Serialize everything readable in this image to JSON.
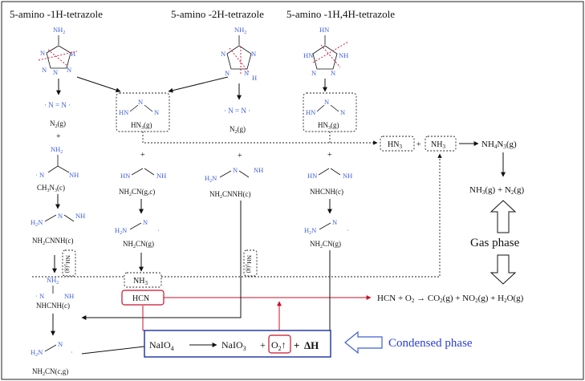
{
  "titles": {
    "t1": "5-amino -1H-tetrazole",
    "t2": "5-amino -2H-tetrazole",
    "t3": "5-amino -1H,4H-tetrazole"
  },
  "atoms": {
    "nh2": "NH",
    "nh2_sub": "2",
    "nh": "NH",
    "hn": "HN",
    "h2n": "H",
    "h2n_sub": "2",
    "n": "N",
    "h": "H"
  },
  "labels": {
    "n2g_1": "N",
    "n2g_1_sub": "2",
    "n2g_1_tail": "(g)",
    "ch3n3": "CH",
    "ch3n3_sub": "3",
    "ch3n3_tail": "N",
    "ch3n3_sub2": "3",
    "ch3n3_tail2": "(c)",
    "nh2cnnh_c": "NH",
    "nh2cnnh_c_sub": "2",
    "nh2cnnh_c_tail": "CNNH(c)",
    "nhcnh_c": "NHCNH(c)",
    "nh2cn_cg": "NH",
    "nh2cn_cg_sub": "2",
    "nh2cn_cg_tail": "CN(c,g)",
    "hn3g_1": "HN",
    "hn3g_1_sub": "3",
    "hn3g_1_tail": "(g)",
    "nh2cn_gc": "NH",
    "nh2cn_gc_sub": "2",
    "nh2cn_gc_tail": "CN(g,c)",
    "nh2cn_g_1": "NH",
    "nh2cn_g_1_sub": "2",
    "nh2cn_g_1_tail": "CN(g)",
    "nh3_box": "NH",
    "nh3_box_sub": "3",
    "hcn_box": "HCN",
    "n2g_2": "N",
    "n2g_2_sub": "2",
    "n2g_2_tail": "(g)",
    "nh2cnnh_2": "NH",
    "nh2cnnh_2_sub": "2",
    "nh2cnnh_2_tail": "CNNH(c)",
    "hn3g_2": "HN",
    "hn3g_2_sub": "3",
    "hn3g_2_tail": "(g)",
    "nhcnh_2": "NHCNH(c)",
    "nh2cn_g_2": "NH",
    "nh2cn_g_2_sub": "2",
    "nh2cn_g_2_tail": "CN(g)",
    "nh3g_side": "NH",
    "nh3g_side_sub": "3",
    "nh3g_side_tail": "(g)",
    "plus": "+"
  },
  "gas": {
    "hn3": "HN",
    "hn3_sub": "3",
    "plus": "+",
    "nh3": "NH",
    "nh3_sub": "3",
    "nh4n3": "NH",
    "nh4n3_sub1": "4",
    "nh4n3_mid": "N",
    "nh4n3_sub2": "3",
    "nh4n3_tail": "(g)",
    "nh3n2_a": "NH",
    "nh3n2_sub": "3",
    "nh3n2_b": "(g)  +  N",
    "nh3n2_sub2": "2",
    "nh3n2_c": "(g)",
    "gas_phase": "Gas phase",
    "hcn_eq": {
      "a": "HCN + O",
      "s1": "2",
      "b": " → CO",
      "s2": "2",
      "c": "(g) + NO",
      "s3": "2",
      "d": "(g) + H",
      "s4": "2",
      "e": "O(g)"
    }
  },
  "condensed": {
    "naio4": "NaIO",
    "naio4_sub": "4",
    "naio3": "NaIO",
    "naio3_sub": "3",
    "plus1": "+",
    "o2": "O",
    "o2_sub": "2",
    "o2_arrow": "↑",
    "plus2": "+",
    "dh": "ΔH",
    "phase": "Condensed phase"
  },
  "colors": {
    "blue": "#3f5fd8",
    "red": "#c8102e",
    "frame_blue": "#1b2fa0",
    "black": "#111111"
  }
}
